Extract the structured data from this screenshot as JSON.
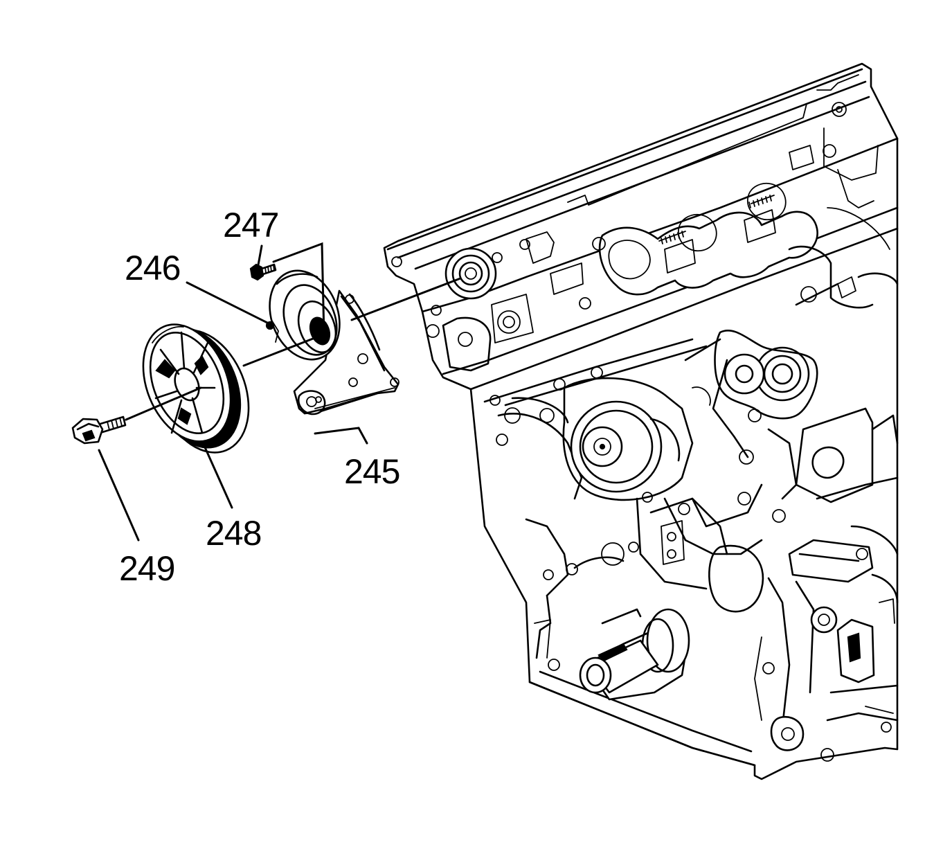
{
  "callouts": {
    "c245": "245",
    "c246": "246",
    "c247": "247",
    "c248": "248",
    "c249": "249"
  },
  "colors": {
    "ink": "#000000",
    "paper": "#ffffff"
  },
  "icons": {
    "engine": "engine-block-illustration",
    "pump": "oil-pump-housing-illustration",
    "seal": "front-crankshaft-seal-illustration",
    "sprocket": "crankshaft-sprocket-illustration",
    "bolt_small": "bolt-illustration",
    "bolt_large": "crankshaft-bolt-illustration"
  }
}
